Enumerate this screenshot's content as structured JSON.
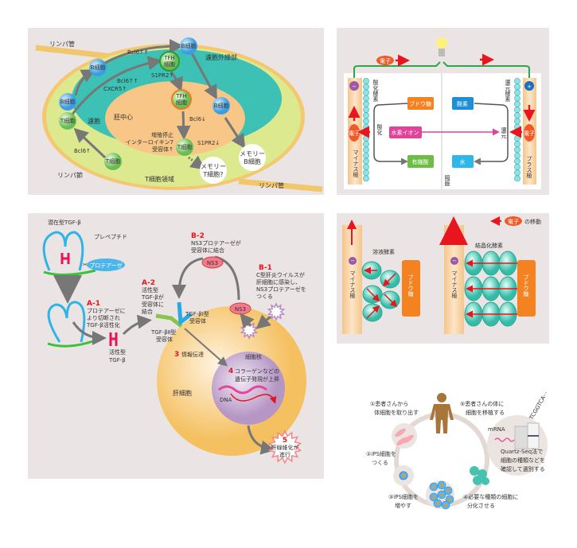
{
  "colors": {
    "panel_bg": "#ebe4e4",
    "b_cell": "#4aa6e6",
    "t_cell": "#6cc05a",
    "follicle": "#3bbfb4",
    "germinal_center": "#f8c787",
    "t_zone": "#d9e68a",
    "lymph_vessel": "#f2c66a",
    "electron": "#f05a28",
    "glucose": "#f58220",
    "oxygen": "#1c8fd6",
    "hydrogen_ion": "#e0449a",
    "organic_acid": "#6cbd45",
    "water": "#2fb7e8",
    "enzyme": "#40c9b5",
    "arrow_red": "#e8141e",
    "liver_cell": "#f5c060",
    "nucleus": "#c3a7cf"
  },
  "panel1": {
    "lymph_vessel_top": "リンパ管",
    "lymph_vessel_bottom": "リンパ管",
    "lymph_node": "リンパ節",
    "t_zone": "T細胞領域",
    "follicle": "濾胞",
    "follicle_margin": "濾胞外縁部",
    "germinal_center": "胚中心",
    "b_cell": "B細胞",
    "t_cell": "T細胞",
    "tfh_cell_line1": "TFH",
    "tfh_cell_line2": "細胞",
    "bcl6_up2_a": "Bcl6↑↑",
    "bcl6_up2_b": "Bcl6↑↑",
    "cxcr5_up": "CXCR5↑",
    "s1pr2_up": "S1PR2↑",
    "bcl6_down": "Bcl6↓",
    "s1pr2_down": "S1PR2↓",
    "bcl6_up": "Bcl6↑",
    "prolif_line1": "増殖停止",
    "prolif_line2": "インターロイキン7",
    "prolif_line3": "受容体↑",
    "memory_b_line1": "メモリー",
    "memory_b_line2": "B細胞",
    "memory_t_line1": "メモリー",
    "memory_t_line2": "T細胞?"
  },
  "panel2": {
    "electron": "電子",
    "minus": "−",
    "plus": "+",
    "oxidase": "酸化酵素",
    "reductase": "還元酵素",
    "glucose": "ブドウ糖",
    "oxygen": "酸素",
    "hydrogen_ion": "水素イオン",
    "oxidation": "酸化",
    "reduction": "還元",
    "organic_acid": "有機酸",
    "water": "水",
    "minus_electrode": "マイナス極",
    "plus_electrode": "プラス極",
    "membrane": "隔膜"
  },
  "panel3": {
    "latent_tgf": "潜在型TGF-β",
    "prepeptide": "プレペプチド",
    "protease": "プロテアーゼ",
    "a1_label": "A-1",
    "a1_line1": "プロテアーゼに",
    "a1_line2": "より切断され",
    "a1_line3": "TGF-β活性化",
    "active_tgf_line1": "活性型",
    "active_tgf_line2": "TGF-β",
    "a2_label": "A-2",
    "a2_line1": "活性型",
    "a2_line2": "TGF-βが",
    "a2_line3": "受容体に",
    "a2_line4": "結合",
    "receptor1_line1": "TGF-βⅠ型",
    "receptor1_line2": "受容体",
    "receptor2_line1": "TGF-βⅡ型",
    "receptor2_line2": "受容体",
    "b2_label": "B-2",
    "b2_line1": "NS3プロテアーゼが",
    "b2_line2": "受容体に結合",
    "ns3": "NS3",
    "b1_label": "B-1",
    "b1_line1": "C型肝炎ウイルスが",
    "b1_line2": "肝細胞に感染し、",
    "b1_line3": "NS3プロテアーゼを",
    "b1_line4": "つくる",
    "step3_num": "3",
    "step3_text": "情報伝達",
    "nucleus": "細胞核",
    "step4_num": "4",
    "step4_line1": "コラーゲンなどの",
    "step4_line2": "遺伝子発現が上昇",
    "dna": "DNA",
    "liver_cell": "肝細胞",
    "step5_num": "5",
    "step5_line1": "肝線維化が",
    "step5_line2": "進行"
  },
  "panel4": {
    "legend_electron": "電子",
    "legend_text": "の移動",
    "solution_enzyme": "溶液酵素",
    "crystal_enzyme": "結晶化酵素",
    "minus": "−",
    "minus_electrode": "マイナス極",
    "glucose": "ブドウ糖"
  },
  "panel5": {
    "step1_line1": "①患者さんから",
    "step1_line2": "体細胞を取り出す",
    "step2_line1": "②iPS細胞を",
    "step2_line2": "つくる",
    "step3_line1": "③iPS細胞を",
    "step3_line2": "増やす",
    "step4_line1": "④必要な種類の細胞に",
    "step4_line2": "分化させる",
    "step5_line1": "⑤患者さんの体に",
    "step5_line2": "細胞を移植する",
    "mrna": "mRNA",
    "sequence": "TCGGTCA···",
    "quartz_line1": "Quartz-Seq法で",
    "quartz_line2": "細胞の種類などを",
    "quartz_line3": "確認して選別する"
  }
}
